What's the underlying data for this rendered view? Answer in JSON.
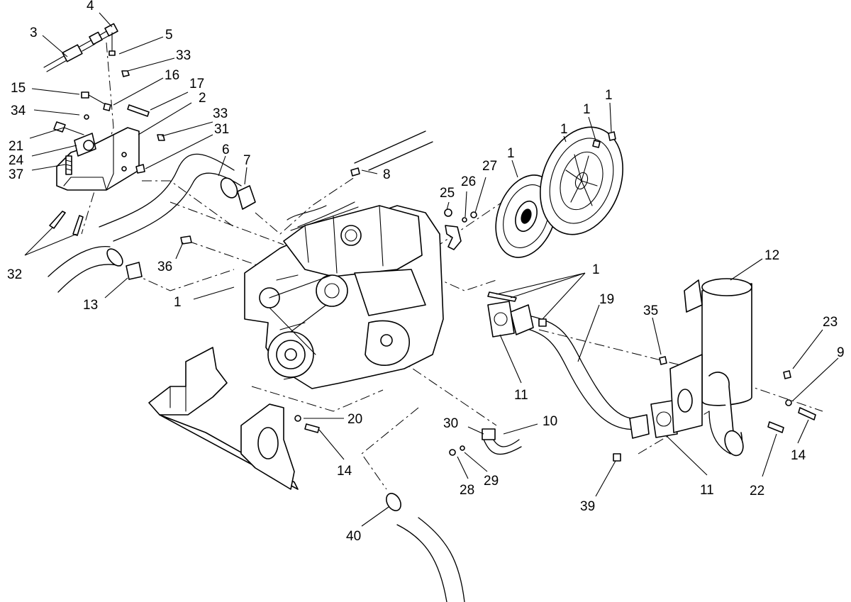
{
  "labels": [
    {
      "id": "l1",
      "text": "4"
    },
    {
      "id": "l2",
      "text": "3"
    },
    {
      "id": "l3",
      "text": "5"
    },
    {
      "id": "l4",
      "text": "33"
    },
    {
      "id": "l5",
      "text": "16"
    },
    {
      "id": "l6",
      "text": "15"
    },
    {
      "id": "l7",
      "text": "17"
    },
    {
      "id": "l8",
      "text": "34"
    },
    {
      "id": "l9",
      "text": "2"
    },
    {
      "id": "l10",
      "text": "33"
    },
    {
      "id": "l11",
      "text": "31"
    },
    {
      "id": "l12",
      "text": "21"
    },
    {
      "id": "l13",
      "text": "24"
    },
    {
      "id": "l14",
      "text": "37"
    },
    {
      "id": "l15",
      "text": "6"
    },
    {
      "id": "l16",
      "text": "7"
    },
    {
      "id": "l17",
      "text": "8"
    },
    {
      "id": "l18",
      "text": "32"
    },
    {
      "id": "l19",
      "text": "36"
    },
    {
      "id": "l20",
      "text": "13"
    },
    {
      "id": "l21",
      "text": "1"
    },
    {
      "id": "l22",
      "text": "25"
    },
    {
      "id": "l23",
      "text": "26"
    },
    {
      "id": "l24",
      "text": "27"
    },
    {
      "id": "l25",
      "text": "1"
    },
    {
      "id": "l26",
      "text": "1"
    },
    {
      "id": "l27",
      "text": "1"
    },
    {
      "id": "l28",
      "text": "1"
    },
    {
      "id": "l29",
      "text": "12"
    },
    {
      "id": "l30",
      "text": "1"
    },
    {
      "id": "l31",
      "text": "19"
    },
    {
      "id": "l32",
      "text": "35"
    },
    {
      "id": "l33",
      "text": "23"
    },
    {
      "id": "l34",
      "text": "9"
    },
    {
      "id": "l35",
      "text": "11"
    },
    {
      "id": "l36",
      "text": "20"
    },
    {
      "id": "l37",
      "text": "30"
    },
    {
      "id": "l38",
      "text": "10"
    },
    {
      "id": "l39",
      "text": "14"
    },
    {
      "id": "l40",
      "text": "14"
    },
    {
      "id": "l41",
      "text": "28"
    },
    {
      "id": "l42",
      "text": "29"
    },
    {
      "id": "l43",
      "text": "11"
    },
    {
      "id": "l44",
      "text": "22"
    },
    {
      "id": "l45",
      "text": "39"
    },
    {
      "id": "l46",
      "text": "40"
    }
  ]
}
